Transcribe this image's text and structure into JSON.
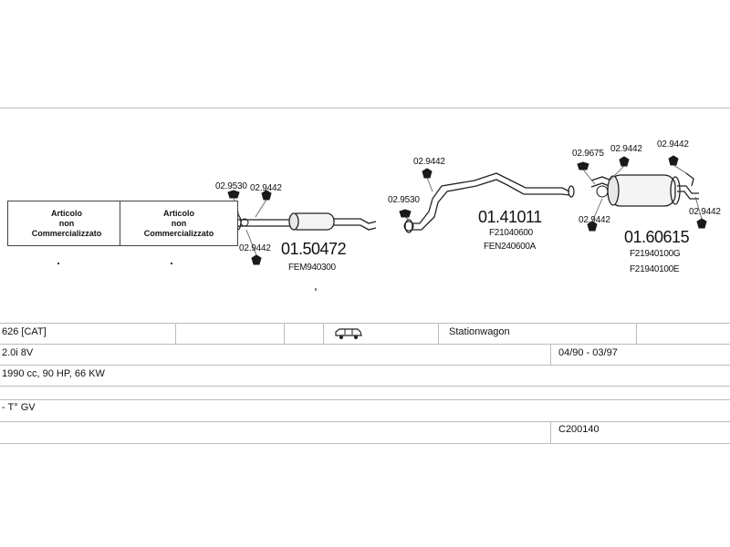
{
  "not_commercialized_boxes": [
    {
      "line1": "Articolo",
      "line2": "non",
      "line3": "Commercializzato"
    },
    {
      "line1": "Articolo",
      "line2": "non",
      "line3": "Commercializzato"
    }
  ],
  "front_section": {
    "clamp_codes": [
      "02.9530",
      "02.9442",
      "02.9442"
    ],
    "part_number": "01.50472",
    "ref": "FEM940300"
  },
  "middle_section": {
    "clamp_codes": [
      "02.9442",
      "02.9530"
    ],
    "part_number": "01.41011",
    "refs": [
      "F21040600",
      "FEN240600A"
    ]
  },
  "rear_section": {
    "clamp_codes": [
      "02.9675",
      "02.9442",
      "02.9442",
      "02.9442",
      "02.9442"
    ],
    "part_number": "01.60615",
    "refs": [
      "F21940100G",
      "F21940100E"
    ]
  },
  "vehicle_table": {
    "model": "626  [CAT]",
    "body_type": "Stationwagon",
    "body_icon": "station-wagon-icon",
    "engine": "2.0i  8V",
    "years": "04/90 - 03/97",
    "specs": "1990 cc, 90 HP, 66 KW",
    "trim": "- T° GV",
    "system_code": "C200140"
  }
}
